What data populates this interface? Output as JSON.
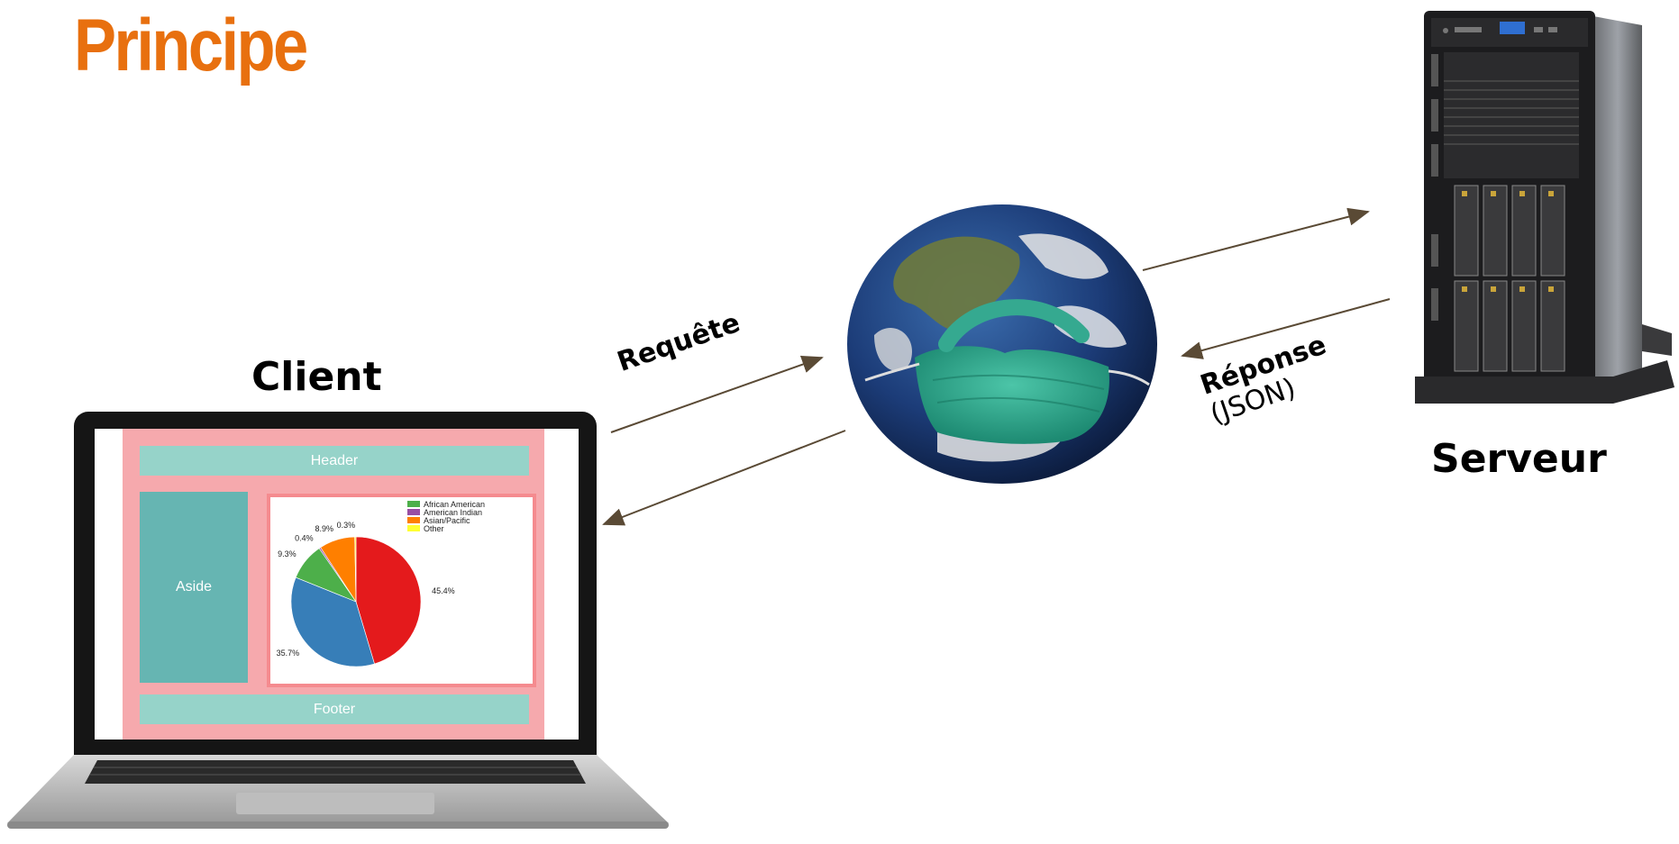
{
  "title": "Principe",
  "labels": {
    "client": "Client",
    "server": "Serveur",
    "request": "Requête",
    "response": "Réponse",
    "response_format": "(JSON)"
  },
  "wireframe": {
    "header": "Header",
    "aside": "Aside",
    "footer": "Footer"
  },
  "colors": {
    "title": "#e8700f",
    "arrow": "#5a4a35",
    "wireframe_bg": "#f6a9ad",
    "wireframe_block": "#96d3c9",
    "aside_block": "#66b5b2"
  },
  "chart_data": {
    "type": "pie",
    "slices": [
      {
        "name": "",
        "value": 45.4,
        "label": "45.4%",
        "color": "#e41a1c"
      },
      {
        "name": "",
        "value": 35.7,
        "label": "35.7%",
        "color": "#377eb8"
      },
      {
        "name": "",
        "value": 9.3,
        "label": "9.3%",
        "color": "#4daf4a"
      },
      {
        "name": "",
        "value": 0.4,
        "label": "0.4%",
        "color": "#984ea3"
      },
      {
        "name": "",
        "value": 8.9,
        "label": "8.9%",
        "color": "#ff7f00"
      },
      {
        "name": "",
        "value": 0.3,
        "label": "0.3%",
        "color": "#ffff33"
      }
    ],
    "legend": [
      {
        "name": "African American",
        "color": "#4daf4a"
      },
      {
        "name": "American Indian",
        "color": "#984ea3"
      },
      {
        "name": "Asian/Pacific",
        "color": "#ff7f00"
      },
      {
        "name": "Other",
        "color": "#ffff33"
      }
    ],
    "legend_position": "top-right"
  }
}
